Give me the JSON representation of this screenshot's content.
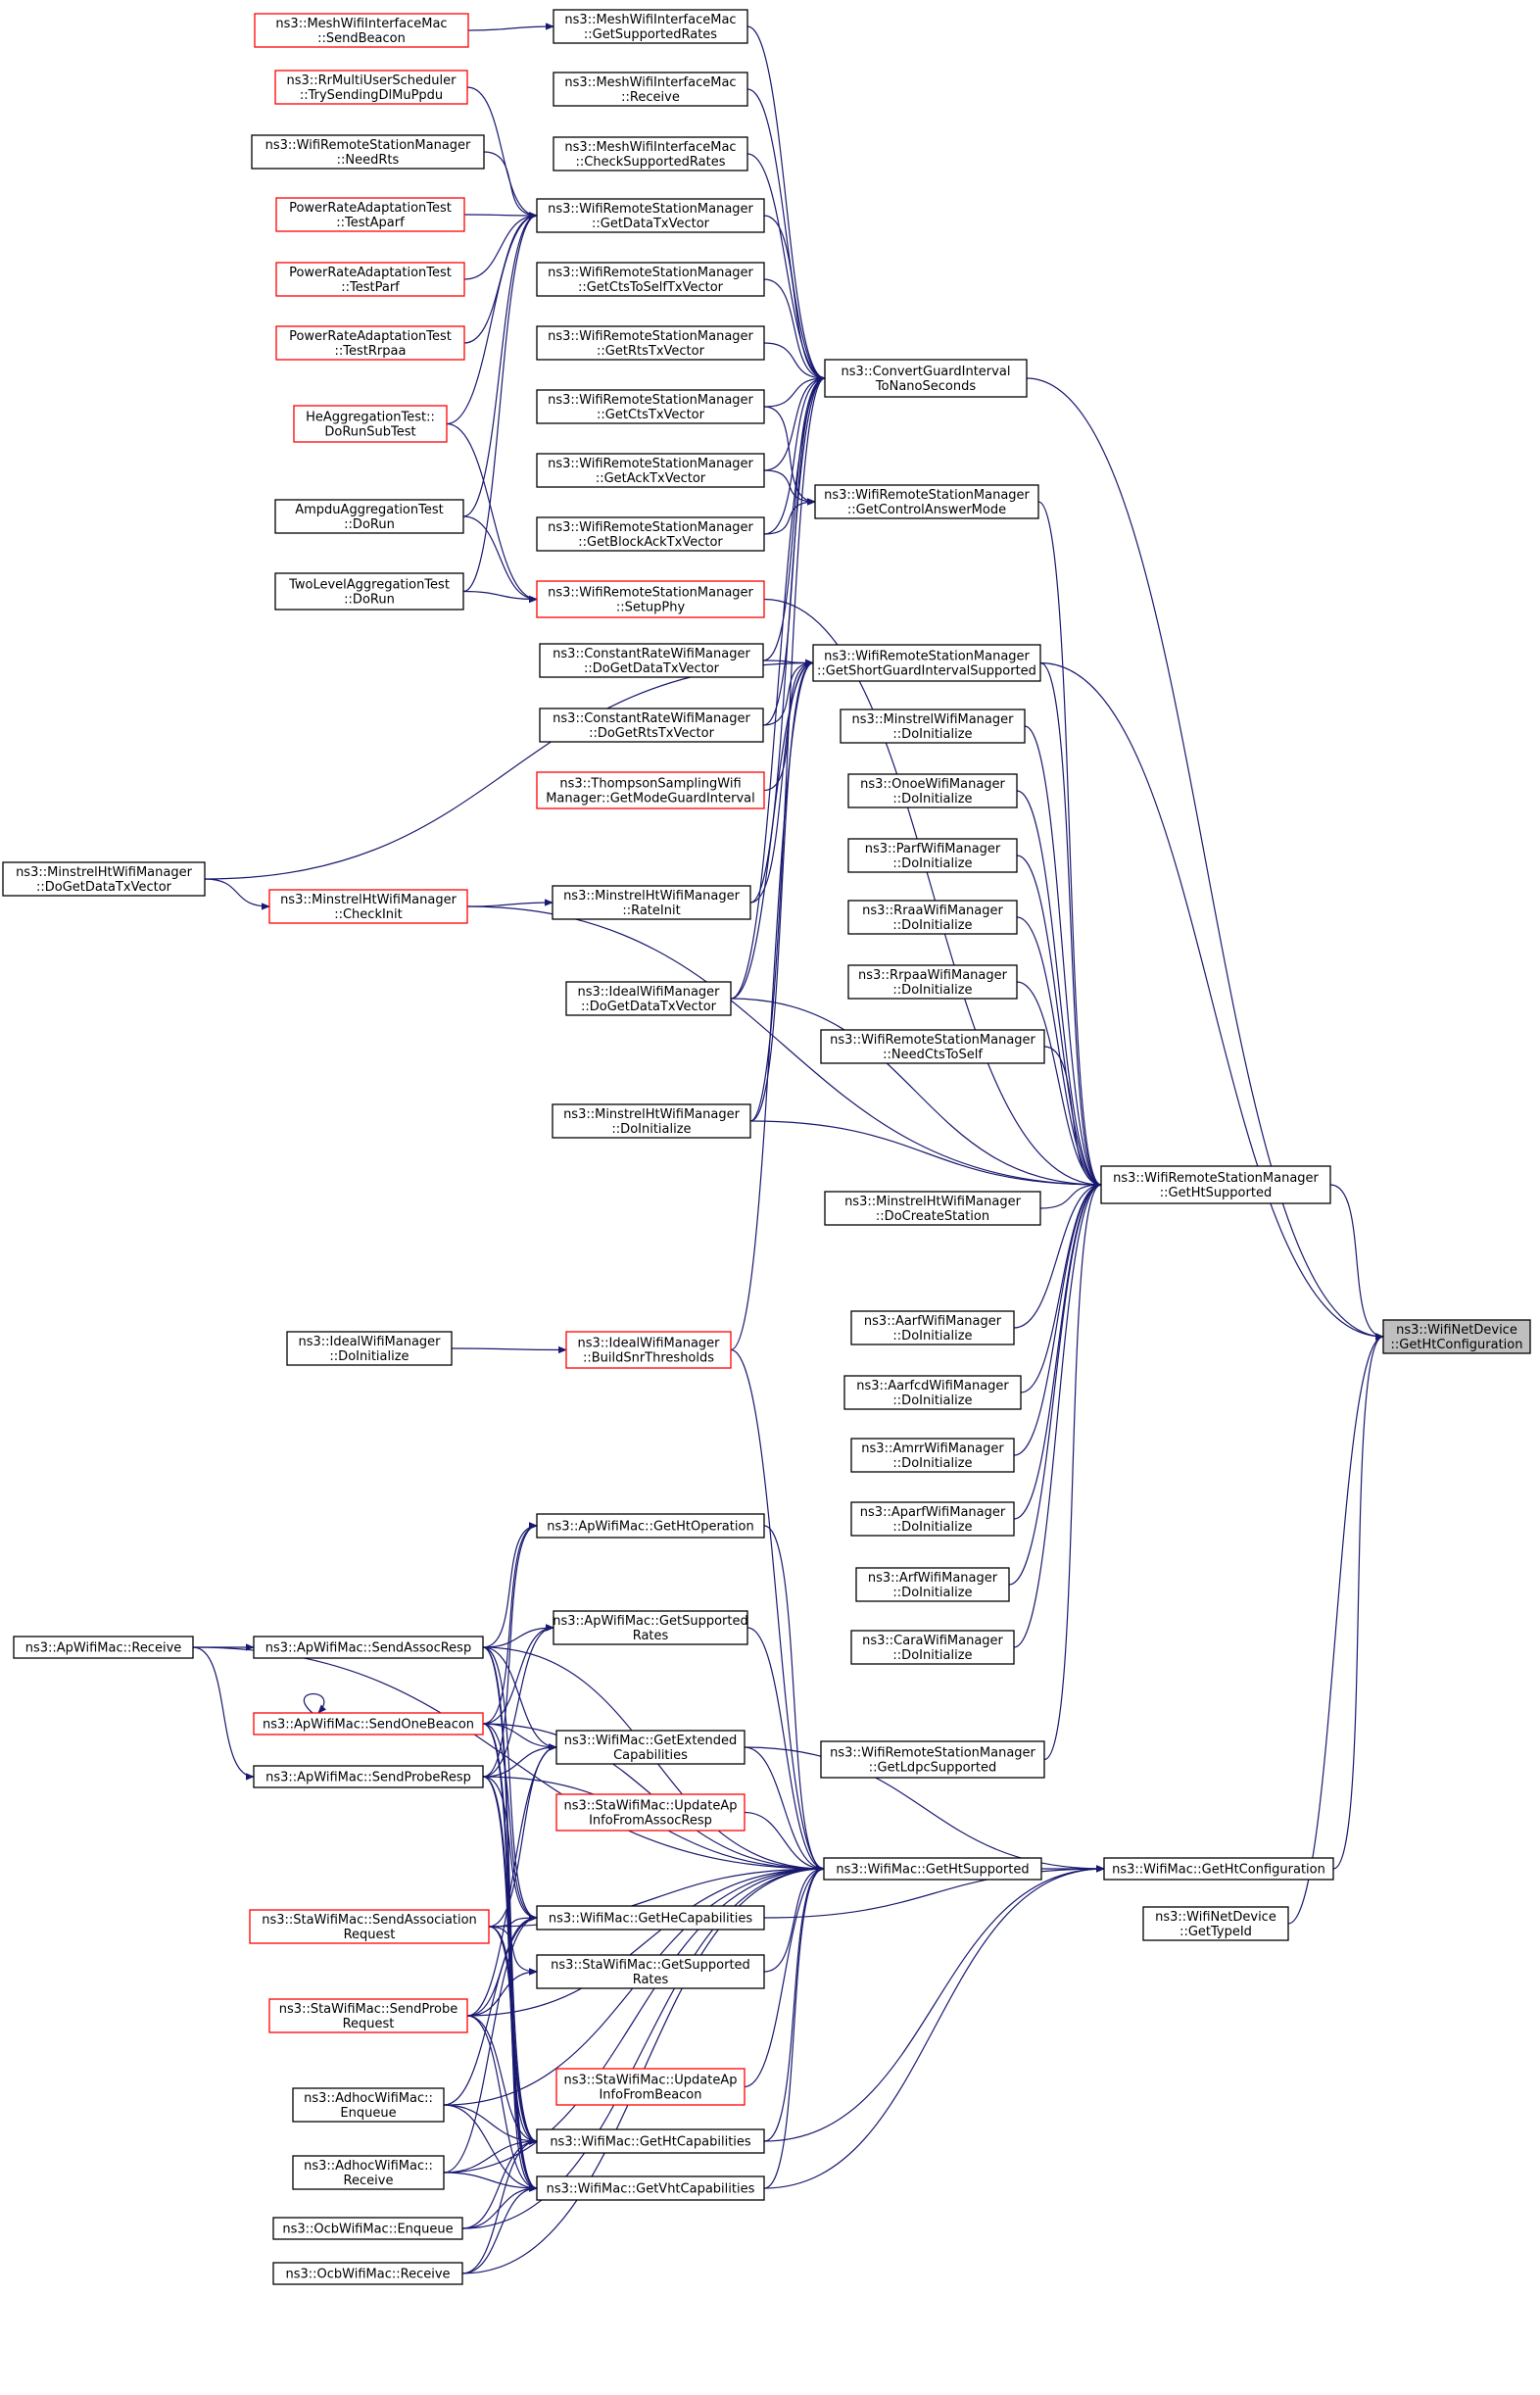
{
  "diagram": {
    "type": "call-graph",
    "colors": {
      "edge": "#191970",
      "focus_fill": "#bfbfbf",
      "red_border": "#ff0000",
      "normal_border": "#000000"
    },
    "nodes": [
      {
        "id": "n1",
        "lines": [
          "ns3::MeshWifiInterfaceMac",
          "::SendBeacon"
        ],
        "style": "red"
      },
      {
        "id": "n2",
        "lines": [
          "ns3::RrMultiUserScheduler",
          "::TrySendingDlMuPpdu"
        ],
        "style": "red"
      },
      {
        "id": "n3",
        "lines": [
          "ns3::WifiRemoteStationManager",
          "::NeedRts"
        ],
        "style": "normal"
      },
      {
        "id": "n4",
        "lines": [
          "PowerRateAdaptationTest",
          "::TestAparf"
        ],
        "style": "red"
      },
      {
        "id": "n5",
        "lines": [
          "PowerRateAdaptationTest",
          "::TestParf"
        ],
        "style": "red"
      },
      {
        "id": "n6",
        "lines": [
          "PowerRateAdaptationTest",
          "::TestRrpaa"
        ],
        "style": "red"
      },
      {
        "id": "n7",
        "lines": [
          "HeAggregationTest::",
          "DoRunSubTest"
        ],
        "style": "red"
      },
      {
        "id": "n8",
        "lines": [
          "AmpduAggregationTest",
          "::DoRun"
        ],
        "style": "normal"
      },
      {
        "id": "n9",
        "lines": [
          "TwoLevelAggregationTest",
          "::DoRun"
        ],
        "style": "normal"
      },
      {
        "id": "n10",
        "lines": [
          "ns3::MinstrelHtWifiManager",
          "::DoGetDataTxVector"
        ],
        "style": "normal"
      },
      {
        "id": "n11",
        "lines": [
          "ns3::MinstrelHtWifiManager",
          "::CheckInit"
        ],
        "style": "red"
      },
      {
        "id": "n12",
        "lines": [
          "ns3::IdealWifiManager",
          "::DoInitialize"
        ],
        "style": "normal"
      },
      {
        "id": "n13",
        "lines": [
          "ns3::ApWifiMac::Receive"
        ],
        "style": "normal"
      },
      {
        "id": "n14",
        "lines": [
          "ns3::ApWifiMac::SendAssocResp"
        ],
        "style": "normal"
      },
      {
        "id": "n15",
        "lines": [
          "ns3::ApWifiMac::SendOneBeacon"
        ],
        "style": "red"
      },
      {
        "id": "n16",
        "lines": [
          "ns3::ApWifiMac::SendProbeResp"
        ],
        "style": "normal"
      },
      {
        "id": "n17",
        "lines": [
          "ns3::StaWifiMac::SendAssociation",
          "Request"
        ],
        "style": "red"
      },
      {
        "id": "n18",
        "lines": [
          "ns3::StaWifiMac::SendProbe",
          "Request"
        ],
        "style": "red"
      },
      {
        "id": "n19",
        "lines": [
          "ns3::AdhocWifiMac::",
          "Enqueue"
        ],
        "style": "normal"
      },
      {
        "id": "n20",
        "lines": [
          "ns3::AdhocWifiMac::",
          "Receive"
        ],
        "style": "normal"
      },
      {
        "id": "n21",
        "lines": [
          "ns3::OcbWifiMac::Enqueue"
        ],
        "style": "normal"
      },
      {
        "id": "n22",
        "lines": [
          "ns3::OcbWifiMac::Receive"
        ],
        "style": "normal"
      },
      {
        "id": "n23",
        "lines": [
          "ns3::MeshWifiInterfaceMac",
          "::GetSupportedRates"
        ],
        "style": "normal"
      },
      {
        "id": "n24",
        "lines": [
          "ns3::MeshWifiInterfaceMac",
          "::Receive"
        ],
        "style": "normal"
      },
      {
        "id": "n25",
        "lines": [
          "ns3::MeshWifiInterfaceMac",
          "::CheckSupportedRates"
        ],
        "style": "normal"
      },
      {
        "id": "n26",
        "lines": [
          "ns3::WifiRemoteStationManager",
          "::GetDataTxVector"
        ],
        "style": "normal"
      },
      {
        "id": "n27",
        "lines": [
          "ns3::WifiRemoteStationManager",
          "::GetCtsToSelfTxVector"
        ],
        "style": "normal"
      },
      {
        "id": "n28",
        "lines": [
          "ns3::WifiRemoteStationManager",
          "::GetRtsTxVector"
        ],
        "style": "normal"
      },
      {
        "id": "n29",
        "lines": [
          "ns3::WifiRemoteStationManager",
          "::GetCtsTxVector"
        ],
        "style": "normal"
      },
      {
        "id": "n30",
        "lines": [
          "ns3::WifiRemoteStationManager",
          "::GetAckTxVector"
        ],
        "style": "normal"
      },
      {
        "id": "n31",
        "lines": [
          "ns3::WifiRemoteStationManager",
          "::GetBlockAckTxVector"
        ],
        "style": "normal"
      },
      {
        "id": "n32",
        "lines": [
          "ns3::WifiRemoteStationManager",
          "::SetupPhy"
        ],
        "style": "red"
      },
      {
        "id": "n33",
        "lines": [
          "ns3::ConstantRateWifiManager",
          "::DoGetDataTxVector"
        ],
        "style": "normal"
      },
      {
        "id": "n34",
        "lines": [
          "ns3::ConstantRateWifiManager",
          "::DoGetRtsTxVector"
        ],
        "style": "normal"
      },
      {
        "id": "n35",
        "lines": [
          "ns3::ThompsonSamplingWifi",
          "Manager::GetModeGuardInterval"
        ],
        "style": "red"
      },
      {
        "id": "n36",
        "lines": [
          "ns3::MinstrelHtWifiManager",
          "::RateInit"
        ],
        "style": "normal"
      },
      {
        "id": "n37",
        "lines": [
          "ns3::IdealWifiManager",
          "::DoGetDataTxVector"
        ],
        "style": "normal"
      },
      {
        "id": "n38",
        "lines": [
          "ns3::MinstrelHtWifiManager",
          "::DoInitialize"
        ],
        "style": "normal"
      },
      {
        "id": "n39",
        "lines": [
          "ns3::IdealWifiManager",
          "::BuildSnrThresholds"
        ],
        "style": "red"
      },
      {
        "id": "n40",
        "lines": [
          "ns3::ApWifiMac::GetHtOperation"
        ],
        "style": "normal"
      },
      {
        "id": "n41",
        "lines": [
          "ns3::ApWifiMac::GetSupported",
          "Rates"
        ],
        "style": "normal"
      },
      {
        "id": "n42",
        "lines": [
          "ns3::WifiMac::GetExtended",
          "Capabilities"
        ],
        "style": "normal"
      },
      {
        "id": "n43",
        "lines": [
          "ns3::StaWifiMac::UpdateAp",
          "InfoFromAssocResp"
        ],
        "style": "red"
      },
      {
        "id": "n44",
        "lines": [
          "ns3::WifiMac::GetHeCapabilities"
        ],
        "style": "normal"
      },
      {
        "id": "n45",
        "lines": [
          "ns3::StaWifiMac::GetSupported",
          "Rates"
        ],
        "style": "normal"
      },
      {
        "id": "n46",
        "lines": [
          "ns3::StaWifiMac::UpdateAp",
          "InfoFromBeacon"
        ],
        "style": "red"
      },
      {
        "id": "n47",
        "lines": [
          "ns3::WifiMac::GetHtCapabilities"
        ],
        "style": "normal"
      },
      {
        "id": "n48",
        "lines": [
          "ns3::WifiMac::GetVhtCapabilities"
        ],
        "style": "normal"
      },
      {
        "id": "n49",
        "lines": [
          "ns3::ConvertGuardInterval",
          "ToNanoSeconds"
        ],
        "style": "normal"
      },
      {
        "id": "n50",
        "lines": [
          "ns3::WifiRemoteStationManager",
          "::GetControlAnswerMode"
        ],
        "style": "normal"
      },
      {
        "id": "n51",
        "lines": [
          "ns3::WifiRemoteStationManager",
          "::GetShortGuardIntervalSupported"
        ],
        "style": "normal"
      },
      {
        "id": "n52",
        "lines": [
          "ns3::MinstrelWifiManager",
          "::DoInitialize"
        ],
        "style": "normal"
      },
      {
        "id": "n53",
        "lines": [
          "ns3::OnoeWifiManager",
          "::DoInitialize"
        ],
        "style": "normal"
      },
      {
        "id": "n54",
        "lines": [
          "ns3::ParfWifiManager",
          "::DoInitialize"
        ],
        "style": "normal"
      },
      {
        "id": "n55",
        "lines": [
          "ns3::RraaWifiManager",
          "::DoInitialize"
        ],
        "style": "normal"
      },
      {
        "id": "n56",
        "lines": [
          "ns3::RrpaaWifiManager",
          "::DoInitialize"
        ],
        "style": "normal"
      },
      {
        "id": "n57",
        "lines": [
          "ns3::WifiRemoteStationManager",
          "::NeedCtsToSelf"
        ],
        "style": "normal"
      },
      {
        "id": "n58",
        "lines": [
          "ns3::MinstrelHtWifiManager",
          "::DoCreateStation"
        ],
        "style": "normal"
      },
      {
        "id": "n59",
        "lines": [
          "ns3::AarfWifiManager",
          "::DoInitialize"
        ],
        "style": "normal"
      },
      {
        "id": "n60",
        "lines": [
          "ns3::AarfcdWifiManager",
          "::DoInitialize"
        ],
        "style": "normal"
      },
      {
        "id": "n61",
        "lines": [
          "ns3::AmrrWifiManager",
          "::DoInitialize"
        ],
        "style": "normal"
      },
      {
        "id": "n62",
        "lines": [
          "ns3::AparfWifiManager",
          "::DoInitialize"
        ],
        "style": "normal"
      },
      {
        "id": "n63",
        "lines": [
          "ns3::ArfWifiManager",
          "::DoInitialize"
        ],
        "style": "normal"
      },
      {
        "id": "n64",
        "lines": [
          "ns3::CaraWifiManager",
          "::DoInitialize"
        ],
        "style": "normal"
      },
      {
        "id": "n65",
        "lines": [
          "ns3::WifiRemoteStationManager",
          "::GetLdpcSupported"
        ],
        "style": "normal"
      },
      {
        "id": "n66",
        "lines": [
          "ns3::WifiMac::GetHtSupported"
        ],
        "style": "normal"
      },
      {
        "id": "n67",
        "lines": [
          "ns3::WifiRemoteStationManager",
          "::GetHtSupported"
        ],
        "style": "normal"
      },
      {
        "id": "n68",
        "lines": [
          "ns3::WifiMac::GetHtConfiguration"
        ],
        "style": "normal"
      },
      {
        "id": "n69",
        "lines": [
          "ns3::WifiNetDevice",
          "::GetTypeId"
        ],
        "style": "normal"
      },
      {
        "id": "n70",
        "lines": [
          "ns3::WifiNetDevice",
          "::GetHtConfiguration"
        ],
        "style": "focus"
      }
    ],
    "edges": [
      [
        "n1",
        "n23"
      ],
      [
        "n23",
        "n49"
      ],
      [
        "n24",
        "n49"
      ],
      [
        "n25",
        "n49"
      ],
      [
        "n26",
        "n49"
      ],
      [
        "n27",
        "n49"
      ],
      [
        "n28",
        "n49"
      ],
      [
        "n29",
        "n49"
      ],
      [
        "n30",
        "n49"
      ],
      [
        "n31",
        "n49"
      ],
      [
        "n33",
        "n49"
      ],
      [
        "n34",
        "n49"
      ],
      [
        "n36",
        "n49"
      ],
      [
        "n37",
        "n49"
      ],
      [
        "n38",
        "n49"
      ],
      [
        "n2",
        "n26"
      ],
      [
        "n3",
        "n26"
      ],
      [
        "n4",
        "n26"
      ],
      [
        "n5",
        "n26"
      ],
      [
        "n6",
        "n26"
      ],
      [
        "n7",
        "n26"
      ],
      [
        "n8",
        "n26"
      ],
      [
        "n9",
        "n26"
      ],
      [
        "n8",
        "n32"
      ],
      [
        "n9",
        "n32"
      ],
      [
        "n7",
        "n32"
      ],
      [
        "n10",
        "n11"
      ],
      [
        "n11",
        "n36"
      ],
      [
        "n29",
        "n50"
      ],
      [
        "n30",
        "n50"
      ],
      [
        "n31",
        "n50"
      ],
      [
        "n33",
        "n51"
      ],
      [
        "n34",
        "n51"
      ],
      [
        "n35",
        "n51"
      ],
      [
        "n10",
        "n51"
      ],
      [
        "n36",
        "n51"
      ],
      [
        "n37",
        "n51"
      ],
      [
        "n38",
        "n51"
      ],
      [
        "n39",
        "n51"
      ],
      [
        "n12",
        "n39"
      ],
      [
        "n49",
        "n70"
      ],
      [
        "n51",
        "n70"
      ],
      [
        "n67",
        "n70"
      ],
      [
        "n68",
        "n70"
      ],
      [
        "n69",
        "n70"
      ],
      [
        "n32",
        "n67"
      ],
      [
        "n50",
        "n67"
      ],
      [
        "n51",
        "n67"
      ],
      [
        "n52",
        "n67"
      ],
      [
        "n53",
        "n67"
      ],
      [
        "n54",
        "n67"
      ],
      [
        "n55",
        "n67"
      ],
      [
        "n56",
        "n67"
      ],
      [
        "n57",
        "n67"
      ],
      [
        "n37",
        "n67"
      ],
      [
        "n38",
        "n67"
      ],
      [
        "n58",
        "n67"
      ],
      [
        "n11",
        "n67"
      ],
      [
        "n59",
        "n67"
      ],
      [
        "n60",
        "n67"
      ],
      [
        "n61",
        "n67"
      ],
      [
        "n62",
        "n67"
      ],
      [
        "n63",
        "n67"
      ],
      [
        "n64",
        "n67"
      ],
      [
        "n65",
        "n67"
      ],
      [
        "n13",
        "n14"
      ],
      [
        "n13",
        "n16"
      ],
      [
        "n15",
        "n15"
      ],
      [
        "n14",
        "n40"
      ],
      [
        "n15",
        "n40"
      ],
      [
        "n16",
        "n40"
      ],
      [
        "n14",
        "n41"
      ],
      [
        "n15",
        "n41"
      ],
      [
        "n16",
        "n41"
      ],
      [
        "n14",
        "n42"
      ],
      [
        "n15",
        "n42"
      ],
      [
        "n16",
        "n42"
      ],
      [
        "n17",
        "n42"
      ],
      [
        "n18",
        "n42"
      ],
      [
        "n14",
        "n44"
      ],
      [
        "n15",
        "n44"
      ],
      [
        "n16",
        "n44"
      ],
      [
        "n17",
        "n44"
      ],
      [
        "n18",
        "n44"
      ],
      [
        "n19",
        "n44"
      ],
      [
        "n20",
        "n44"
      ],
      [
        "n17",
        "n45"
      ],
      [
        "n18",
        "n45"
      ],
      [
        "n14",
        "n47"
      ],
      [
        "n15",
        "n47"
      ],
      [
        "n16",
        "n47"
      ],
      [
        "n17",
        "n47"
      ],
      [
        "n18",
        "n47"
      ],
      [
        "n19",
        "n47"
      ],
      [
        "n20",
        "n47"
      ],
      [
        "n21",
        "n47"
      ],
      [
        "n22",
        "n47"
      ],
      [
        "n14",
        "n48"
      ],
      [
        "n15",
        "n48"
      ],
      [
        "n16",
        "n48"
      ],
      [
        "n17",
        "n48"
      ],
      [
        "n18",
        "n48"
      ],
      [
        "n19",
        "n48"
      ],
      [
        "n20",
        "n48"
      ],
      [
        "n21",
        "n48"
      ],
      [
        "n22",
        "n48"
      ],
      [
        "n13",
        "n66"
      ],
      [
        "n14",
        "n66"
      ],
      [
        "n15",
        "n66"
      ],
      [
        "n16",
        "n66"
      ],
      [
        "n17",
        "n66"
      ],
      [
        "n18",
        "n66"
      ],
      [
        "n19",
        "n66"
      ],
      [
        "n20",
        "n66"
      ],
      [
        "n21",
        "n66"
      ],
      [
        "n22",
        "n66"
      ],
      [
        "n39",
        "n66"
      ],
      [
        "n40",
        "n66"
      ],
      [
        "n41",
        "n66"
      ],
      [
        "n42",
        "n66"
      ],
      [
        "n43",
        "n66"
      ],
      [
        "n45",
        "n66"
      ],
      [
        "n46",
        "n66"
      ],
      [
        "n47",
        "n66"
      ],
      [
        "n48",
        "n66"
      ],
      [
        "n66",
        "n68"
      ],
      [
        "n44",
        "n68"
      ],
      [
        "n47",
        "n68"
      ],
      [
        "n48",
        "n68"
      ],
      [
        "n42",
        "n68"
      ]
    ]
  }
}
